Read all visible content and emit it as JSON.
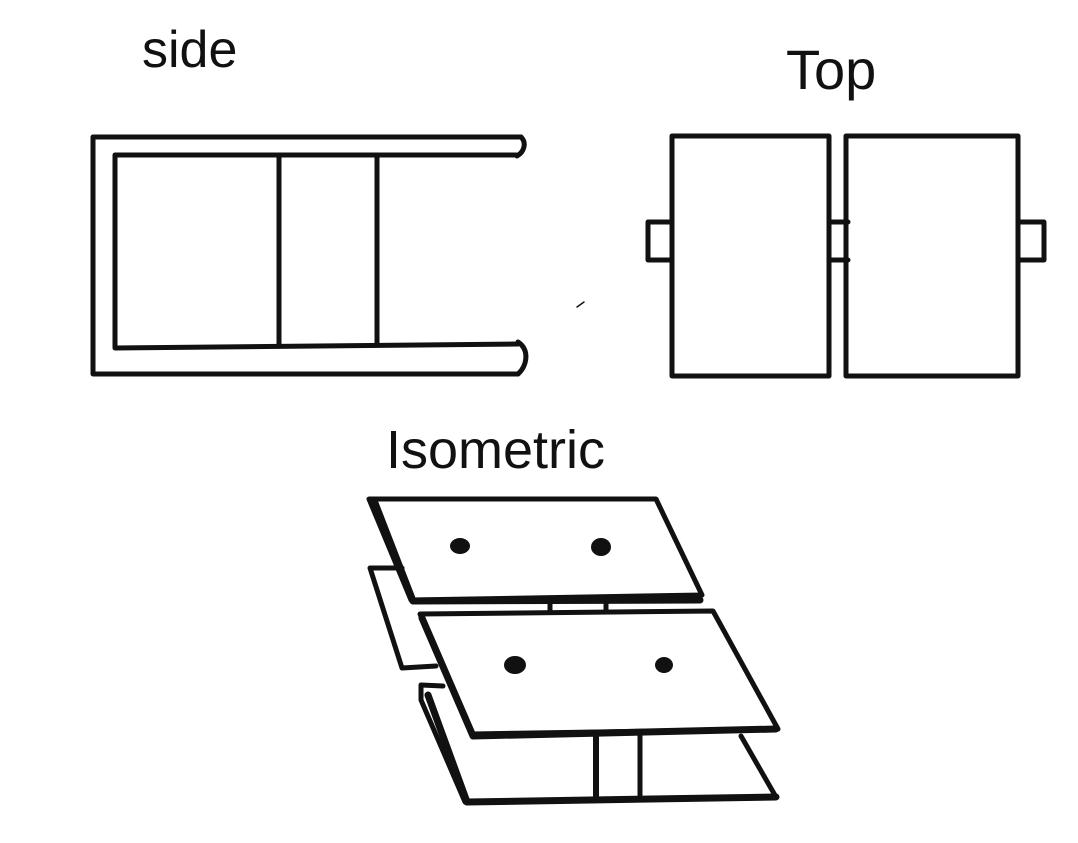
{
  "labels": {
    "side": "side",
    "top": "Top",
    "isometric": "Isometric"
  },
  "colors": {
    "ink": "#111111",
    "background": "#ffffff"
  }
}
